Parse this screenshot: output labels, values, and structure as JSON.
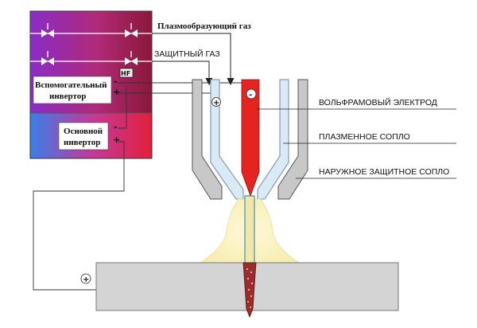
{
  "labels": {
    "plasma_gas": "Плазмообразующий газ",
    "shield_gas": "ЗАЩИТНЫЙ ГАЗ",
    "tungsten_electrode": "ВОЛЬФРАМОВЫЙ ЭЛЕКТРОД",
    "plasma_nozzle": "ПЛАЗМЕННОЕ СОПЛО",
    "outer_nozzle": "НАРУЖНОЕ ЗАЩИТНОЕ СОПЛО"
  },
  "inverters": {
    "auxiliary": {
      "line1": "Вспомогательный",
      "line2": "инвертор"
    },
    "main": {
      "line1": "Основной",
      "line2": "инвертор"
    }
  },
  "hf_label": "HF",
  "signs": {
    "minus": "-",
    "plus": "+",
    "plus_circle": "⊕",
    "minus_circle": "⊖"
  },
  "colors": {
    "electrode": "#e52421",
    "plasma_nozzle": "#dbe9f5",
    "outer_nozzle": "#c8c8c8",
    "workpiece": "#d4d4d4",
    "arc_glow": "#fbf4c4"
  }
}
